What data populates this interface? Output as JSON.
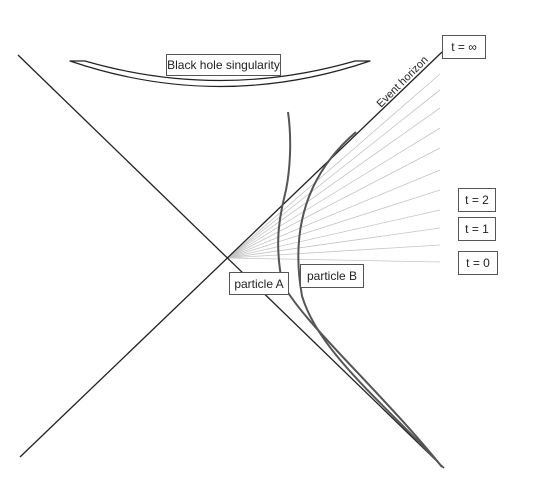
{
  "labels": {
    "singularity": "Black hole singularity",
    "event_horizon": "Event horizon",
    "t_infinity": "t = ∞",
    "t_2": "t = 2",
    "t_1": "t = 1",
    "t_0": "t = 0",
    "particle_a": "particle A",
    "particle_b": "particle B"
  },
  "colors": {
    "ink": "#222222",
    "worldline": "#555555",
    "time_slices": "#c4c4c4"
  }
}
